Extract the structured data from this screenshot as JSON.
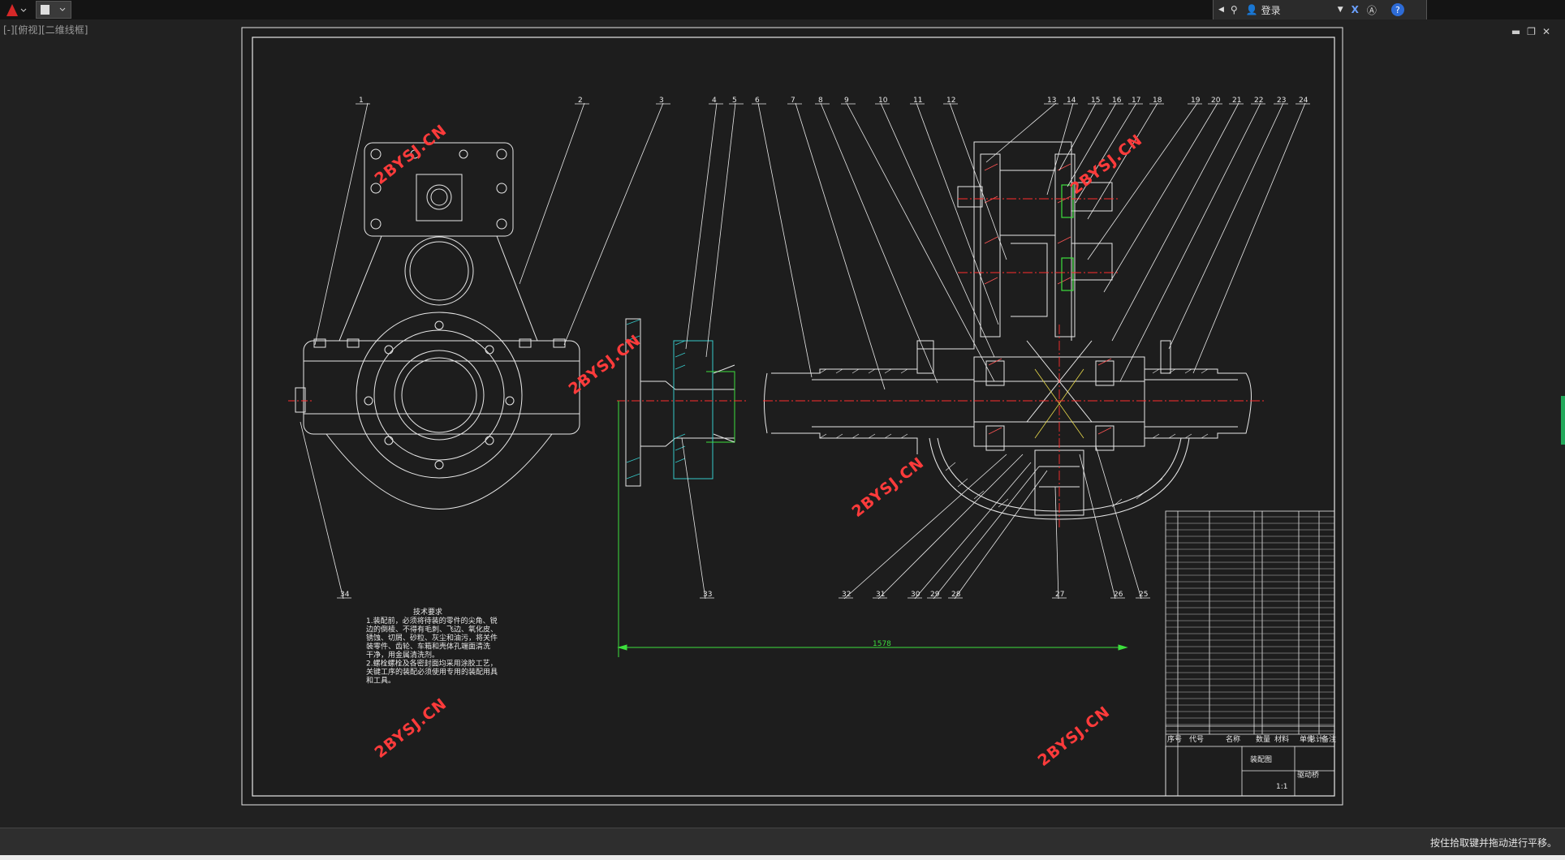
{
  "titlebar": {
    "login_label": "登录",
    "icons": [
      "autocad-logo-icon",
      "document-icon",
      "binoculars-icon",
      "user-icon",
      "exchange-icon",
      "autodesk-icon",
      "help-icon"
    ]
  },
  "viewport": {
    "label": "[-][俯视][二维线框]"
  },
  "window_controls": [
    "minimize-icon",
    "restore-icon",
    "close-icon"
  ],
  "drawing": {
    "part_numbers_top": [
      "1",
      "2",
      "3",
      "4",
      "5",
      "6",
      "7",
      "8",
      "9",
      "10",
      "11",
      "12",
      "13",
      "14",
      "15",
      "16",
      "17",
      "18",
      "19",
      "20",
      "21",
      "22",
      "23",
      "24"
    ],
    "part_numbers_bottom": [
      "34",
      "33",
      "32",
      "31",
      "30",
      "29",
      "28",
      "27",
      "26",
      "25"
    ],
    "dimension": "1578",
    "watermark": "2BYSJ.CN",
    "tech_title": "技术要求",
    "tech_lines": [
      "1.装配前，必须将待装的零件的尖角、锐",
      "边的倒棱、不得有毛刺、飞边、氧化皮、",
      "锈蚀、切屑、砂粒、灰尘和油污，将关件",
      "装零件、齿轮、车箱和壳体孔端面清洗",
      "干净，用金属清洗剂。",
      "2.螺栓螺栓及各密封面均采用涂胶工艺，",
      "关键工序的装配必须使用专用的装配用具",
      "和工具。"
    ],
    "title_block": {
      "title": "装配图",
      "subtitle": "驱动桥",
      "scale": "1:1",
      "headers": [
        "序号",
        "代号",
        "名称",
        "数量",
        "材料",
        "单件",
        "总计",
        "备注"
      ]
    }
  },
  "status": {
    "text": "按住拾取键并拖动进行平移。"
  },
  "colors": {
    "background": "#212121",
    "lines": "#e8e8e8",
    "centerline": "#ff2d2d",
    "dimension": "#3ddf3d",
    "hatch": "#35c9c9",
    "watermark": "#ff3b3b"
  }
}
